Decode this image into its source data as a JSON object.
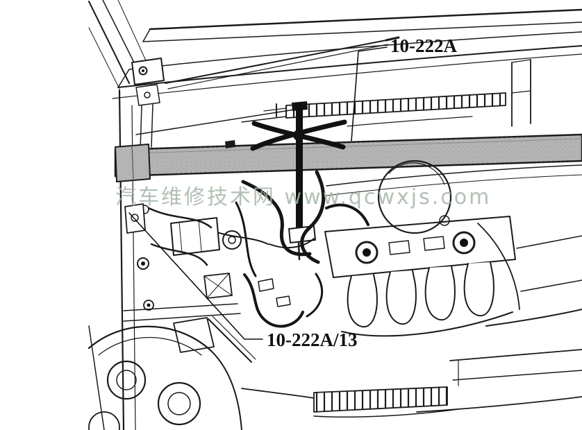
{
  "diagram": {
    "type": "technical-illustration",
    "subject": "Engine support bar tool installed across an open engine bay (repair manual figure)",
    "callouts": [
      {
        "id": "support-bar",
        "label": "10-222A"
      },
      {
        "id": "support-bar-adapter",
        "label": "10-222A/13"
      }
    ],
    "watermark": "汽车维修技术网 www.qcwxjs.com",
    "colors": {
      "background": "#ffffff",
      "line": "#1a1a1a",
      "bar_fill": "#b4b4b4",
      "watermark": "#a6b6a8"
    }
  }
}
